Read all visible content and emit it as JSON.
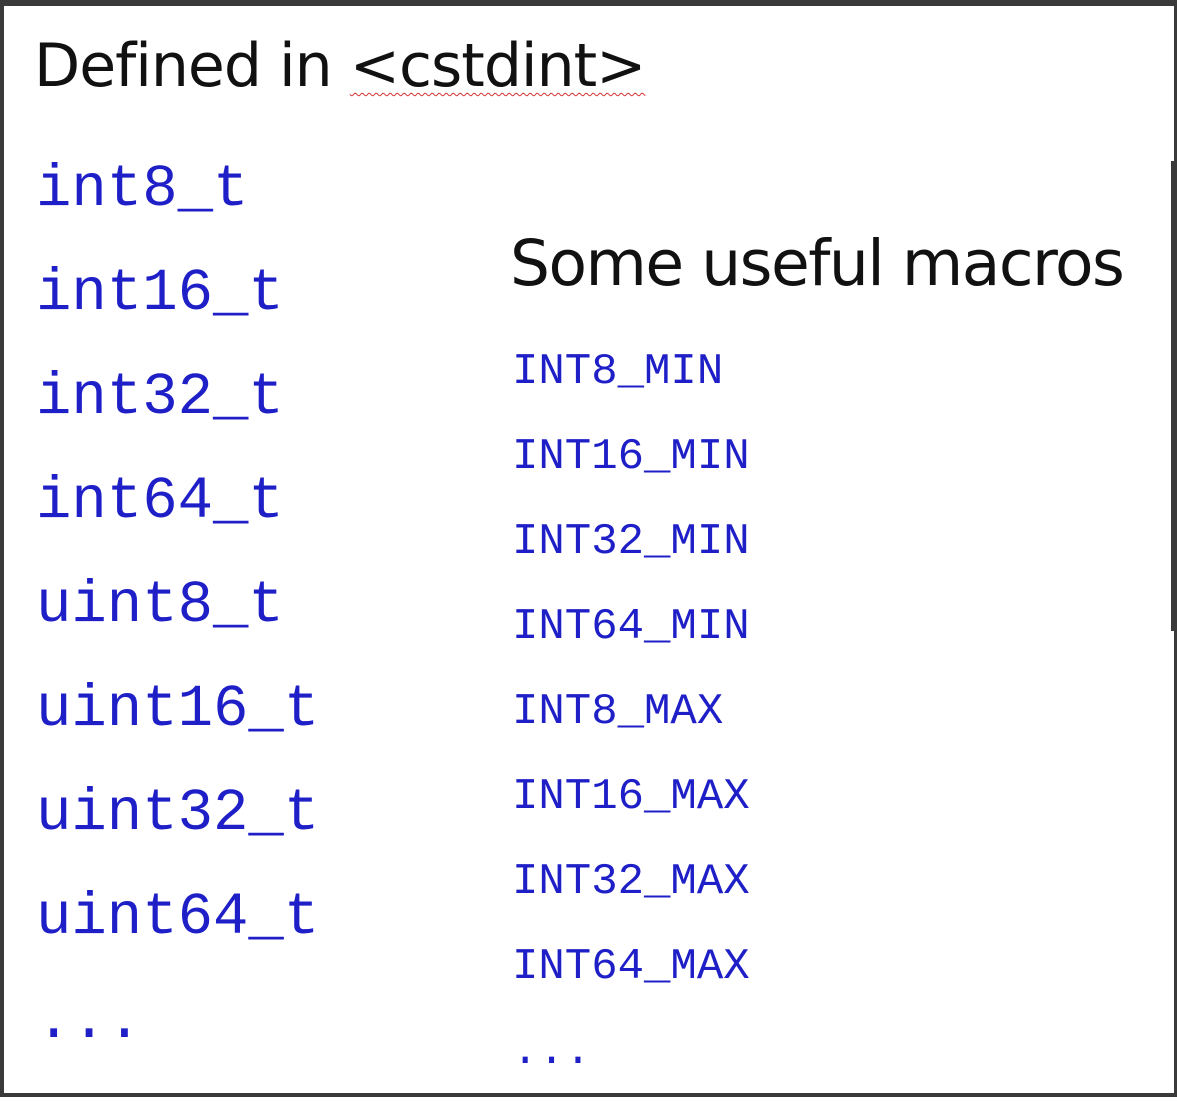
{
  "slide": {
    "heading_prefix": "Defined in ",
    "heading_header": "<cstdint>",
    "subheading": "Some useful macros",
    "types": [
      "int8_t",
      "int16_t",
      "int32_t",
      "int64_t",
      "uint8_t",
      "uint16_t",
      "uint32_t",
      "uint64_t",
      "..."
    ],
    "macros": [
      "INT8_MIN",
      "INT16_MIN",
      "INT32_MIN",
      "INT64_MIN",
      "INT8_MAX",
      "INT16_MAX",
      "INT32_MAX",
      "INT64_MAX",
      "..."
    ],
    "colors": {
      "code_text": "#1f1fc8",
      "heading_text": "#111111",
      "spellcheck_underline": "#d43030",
      "frame": "#3a3a3a"
    }
  }
}
